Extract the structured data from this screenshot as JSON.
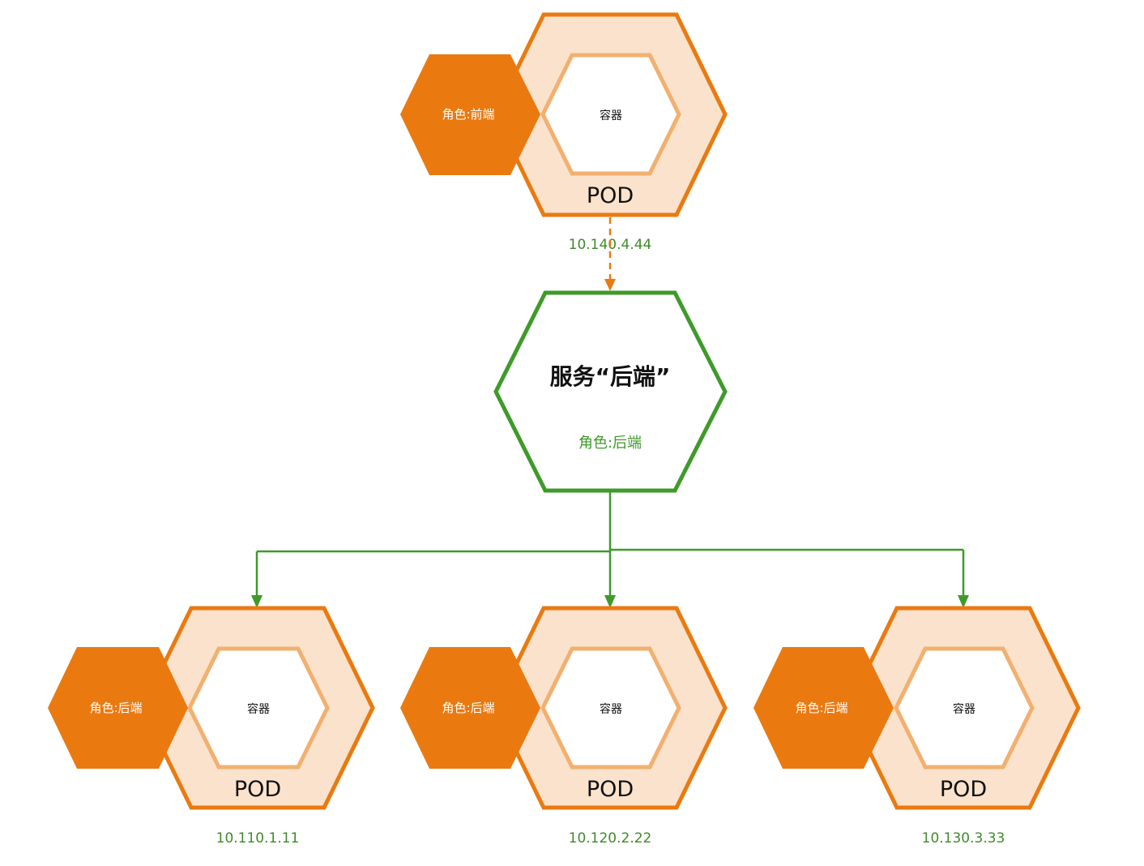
{
  "colors": {
    "pod_outline": "#ea7a10",
    "pod_fill": "#fae2cc",
    "container_outline": "#f2b070",
    "role_fill": "#ea7a10",
    "service_outline": "#3f9a2a",
    "ip_text": "#3f8a2a",
    "dashed_arrow": "#ea7a10",
    "solid_arrow": "#3f9a2a"
  },
  "frontend_pod": {
    "role": "角色:前端",
    "container": "容器",
    "title": "POD",
    "ip": "10.140.4.44"
  },
  "service": {
    "title": "服务“后端”",
    "role": "角色:后端"
  },
  "backend_pods": [
    {
      "role": "角色:后端",
      "container": "容器",
      "title": "POD",
      "ip": "10.110.1.11"
    },
    {
      "role": "角色:后端",
      "container": "容器",
      "title": "POD",
      "ip": "10.120.2.22"
    },
    {
      "role": "角色:后端",
      "container": "容器",
      "title": "POD",
      "ip": "10.130.3.33"
    }
  ]
}
